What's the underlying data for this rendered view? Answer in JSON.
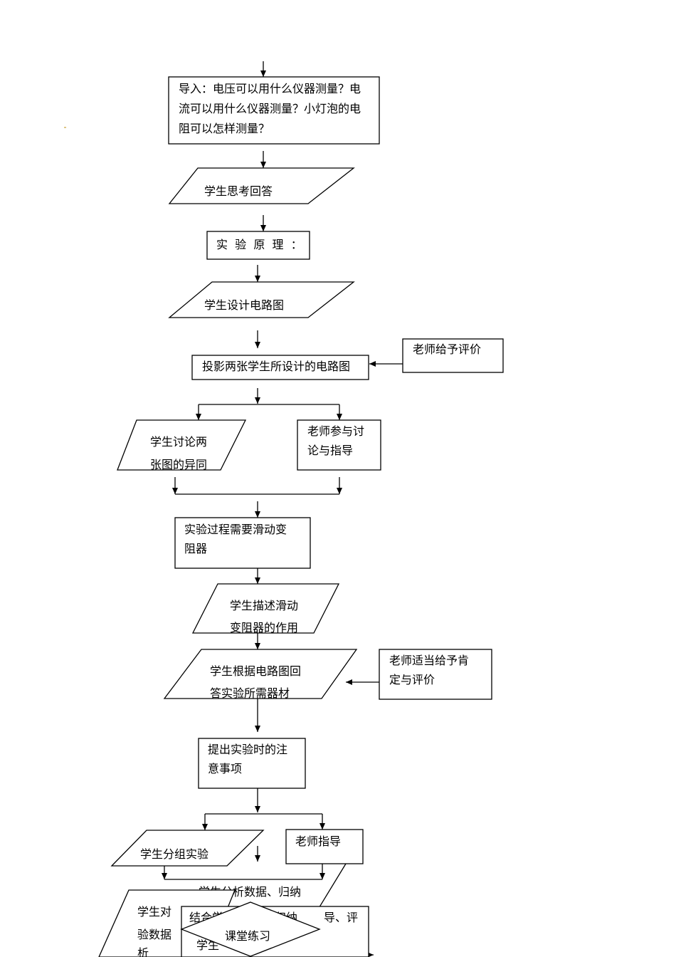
{
  "nodes": {
    "intro": [
      "导入：电压可以用什么仪器测量？电",
      "流可以用什么仪器测量？小灯泡的电",
      "阻可以怎样测量？"
    ],
    "think": [
      "学生思考回答"
    ],
    "principle": [
      "实  验  原  理  ："
    ],
    "design": [
      "学生设计电路图"
    ],
    "project": [
      "投影两张学生所设计的电路图"
    ],
    "teacher_eval": [
      "老师给予评价"
    ],
    "discuss": [
      "学生讨论两",
      "张图的异同"
    ],
    "teacher_guide": [
      "老师参与讨",
      "论与指导"
    ],
    "rheostat": [
      "实验过程需要滑动变",
      "阻器"
    ],
    "describe": [
      "学生描述滑动",
      "变阻器的作用"
    ],
    "equipment": [
      "学生根据电路图回",
      "答实验所需器材"
    ],
    "affirm": [
      "老师适当给予肯",
      "定与评价"
    ],
    "notes": [
      "提出实验时的注",
      "意事项"
    ],
    "group": [
      "学生分组实验"
    ],
    "teacher_direct": [
      "老师指导"
    ],
    "analyze": [
      "学生分析数据、归纳"
    ],
    "compare": [
      "学生对",
      "验数据",
      "析"
    ],
    "combine": [
      "结合学",
      "归纳",
      "导、评"
    ],
    "exercise": [
      "课堂练习"
    ],
    "student_partial": [
      "学生"
    ]
  }
}
